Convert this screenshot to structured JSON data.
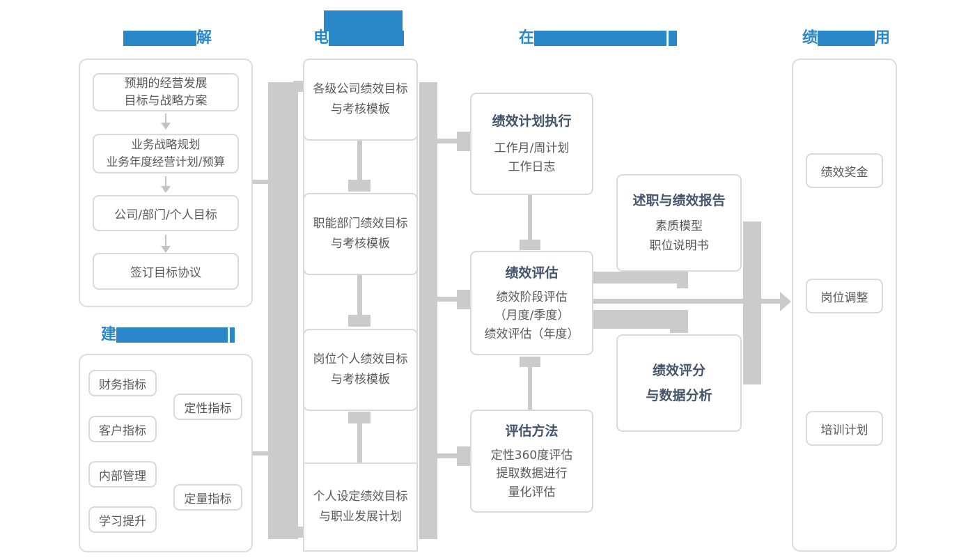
{
  "palette": {
    "accent_blue": "#2a88c8",
    "connector_gray": "#cbcbcb",
    "box_border_gray": "#d9d9d9",
    "body_text_gray": "#595959",
    "title_navy": "#44546a"
  },
  "headers": {
    "goal_decomposition": {
      "visible_end": "解"
    },
    "indicator_system": {
      "visible_start": "建"
    },
    "templates": {
      "visible_start": "电"
    },
    "process": {
      "visible_start": "在"
    },
    "results": {
      "visible_start": "绩",
      "visible_end": "用"
    }
  },
  "strategy": {
    "steps": [
      {
        "lines": [
          "预期的经营发展",
          "目标与战略方案"
        ]
      },
      {
        "lines": [
          "业务战略规划",
          "业务年度经营计划/预算"
        ]
      },
      {
        "lines": [
          "公司/部门/个人目标"
        ]
      },
      {
        "lines": [
          "签订目标协议"
        ]
      }
    ]
  },
  "indicators": {
    "items": [
      "财务指标",
      "定性指标",
      "客户指标",
      "内部管理",
      "定量指标",
      "学习提升"
    ]
  },
  "templates": {
    "boxes": [
      {
        "lines": [
          "各级公司绩效目标",
          "与考核模板"
        ]
      },
      {
        "lines": [
          "职能部门绩效目标",
          "与考核模板"
        ]
      },
      {
        "lines": [
          "岗位个人绩效目标",
          "与考核模板"
        ]
      },
      {
        "lines": [
          "个人设定绩效目标",
          "与职业发展计划"
        ]
      }
    ]
  },
  "process": {
    "boxes": [
      {
        "title": "绩效计划执行",
        "lines": [
          "工作月/周计划",
          "工作日志"
        ]
      },
      {
        "title": "绩效评估",
        "lines": [
          "绩效阶段评估",
          "（月度/季度）",
          "绩效评估（年度）"
        ]
      },
      {
        "title": "评估方法",
        "lines": [
          "定性360度评估",
          "提取数据进行",
          "量化评估"
        ]
      }
    ]
  },
  "reports": {
    "boxes": [
      {
        "title": "述职与绩效报告",
        "lines": [
          "素质模型",
          "职位说明书"
        ]
      },
      {
        "title_lines": [
          "绩效评分",
          "与数据分析"
        ]
      }
    ]
  },
  "results": {
    "items": [
      "绩效奖金",
      "岗位调整",
      "培训计划"
    ]
  }
}
